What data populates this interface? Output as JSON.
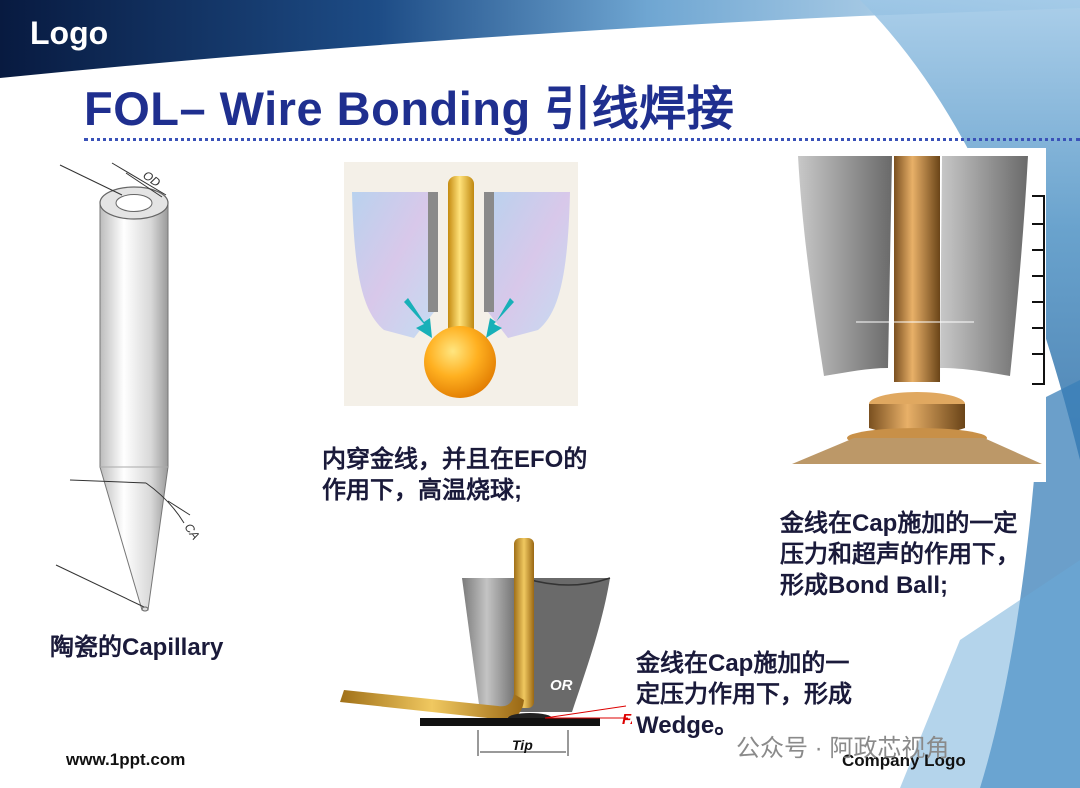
{
  "header": {
    "logo": "Logo",
    "title": "FOL– Wire Bonding 引线焊接"
  },
  "captions": {
    "capillary": "陶瓷的Capillary",
    "efo_line1": "内穿金线，并且在EFO的",
    "efo_line2": "作用下，高温烧球;",
    "bondball_line1": "金线在Cap施加的一定",
    "bondball_line2": "压力和超声的作用下，",
    "bondball_line3": "形成Bond Ball;",
    "wedge_line1": "金线在Cap施加的一",
    "wedge_line2": "定压力作用下，形成",
    "wedge_line3": "Wedge。"
  },
  "diagram_labels": {
    "od": "OD",
    "ca": "CA",
    "or": "OR",
    "fa": "FA",
    "tip": "Tip"
  },
  "footer": {
    "website": "www.1ppt.com",
    "company_logo": "Company Logo"
  },
  "watermark": "公众号 · 阿政芯视角",
  "colors": {
    "title": "#1f2f8f",
    "header_band": "#0d2a5a",
    "gold": "#e0a030"
  }
}
